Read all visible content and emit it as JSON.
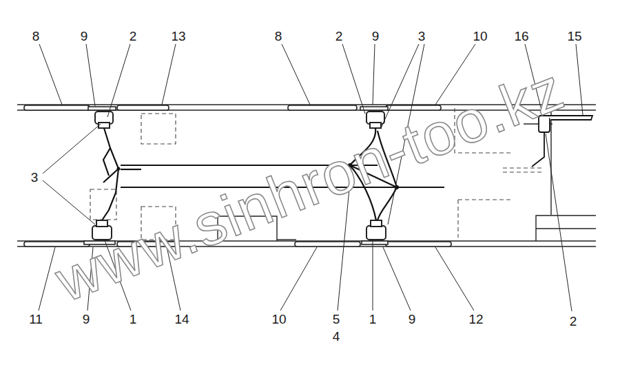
{
  "diagram": {
    "labels": [
      "8",
      "9",
      "2",
      "13",
      "8",
      "2",
      "9",
      "3",
      "10",
      "16",
      "15",
      "3",
      "11",
      "9",
      "1",
      "14",
      "10",
      "5",
      "4",
      "1",
      "9",
      "12",
      "2",
      "www.sinhron-too.kz"
    ]
  }
}
